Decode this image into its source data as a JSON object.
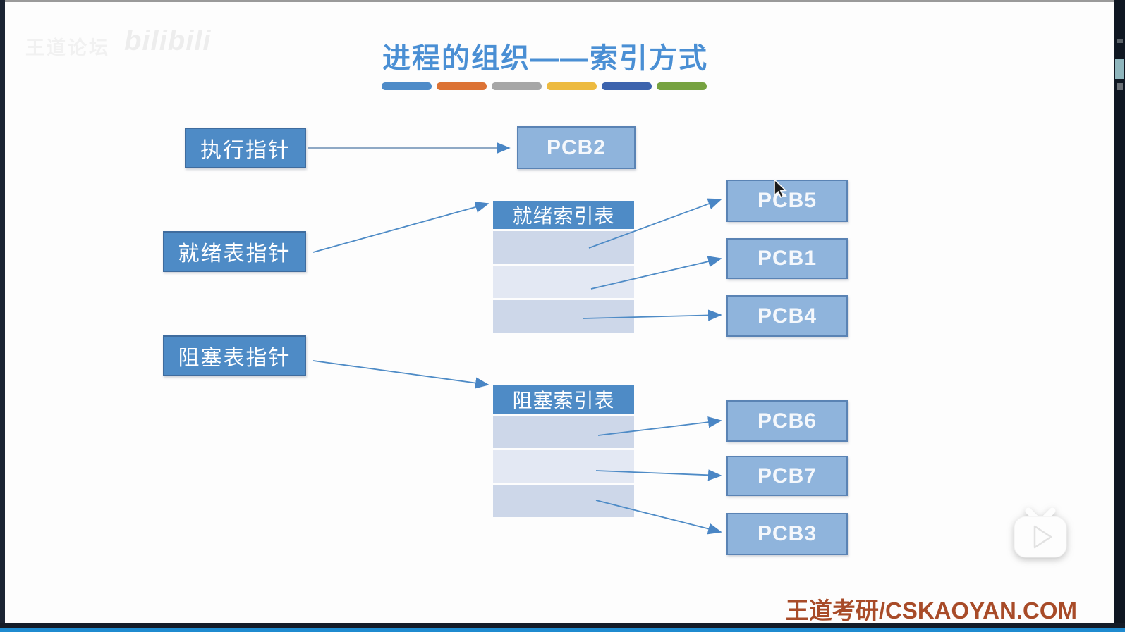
{
  "watermark": {
    "site": "王道论坛",
    "platform": "bilibili"
  },
  "title": {
    "text": "进程的组织——索引方式",
    "color": "#4a8fd4",
    "dash_colors": [
      "#4e8bc8",
      "#dc7234",
      "#a6a6a6",
      "#edba3f",
      "#3c63ad",
      "#76a240"
    ]
  },
  "diagram": {
    "exec_pointer": "执行指针",
    "ready_pointer": "就绪表指针",
    "blocked_pointer": "阻塞表指针",
    "ready_table_title": "就绪索引表",
    "blocked_table_title": "阻塞索引表",
    "exec_pcb": "PCB2",
    "ready_pcbs": [
      "PCB5",
      "PCB1",
      "PCB4"
    ],
    "blocked_pcbs": [
      "PCB6",
      "PCB7",
      "PCB3"
    ],
    "box_color": "#4e8bc6",
    "pcb_color": "#8fb4dc",
    "arrow_color": "#4a86c5"
  },
  "footer": {
    "brand": "王道考研/CSKAOYAN.COM",
    "color": "#a84b28"
  },
  "player": {
    "progress_color": "#1f8bd0"
  }
}
